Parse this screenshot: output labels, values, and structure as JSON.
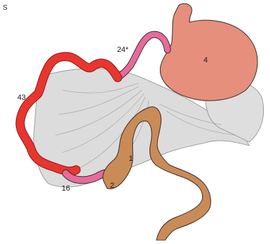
{
  "labels": {
    "stomach": "4",
    "jejunum_pink": "24*",
    "jejunum_red": "43",
    "ileum_pink": "16",
    "colon_1": "1",
    "colon_2": "2",
    "corner_fragment": "S"
  },
  "colors": {
    "stomach": "#e58f7c",
    "jejunum_red": "#e8352f",
    "jejunum_pink": "#e86a9b",
    "colon": "#c98b57",
    "mesentery": "#dcdcdc",
    "outline": "#3a2a2a"
  }
}
